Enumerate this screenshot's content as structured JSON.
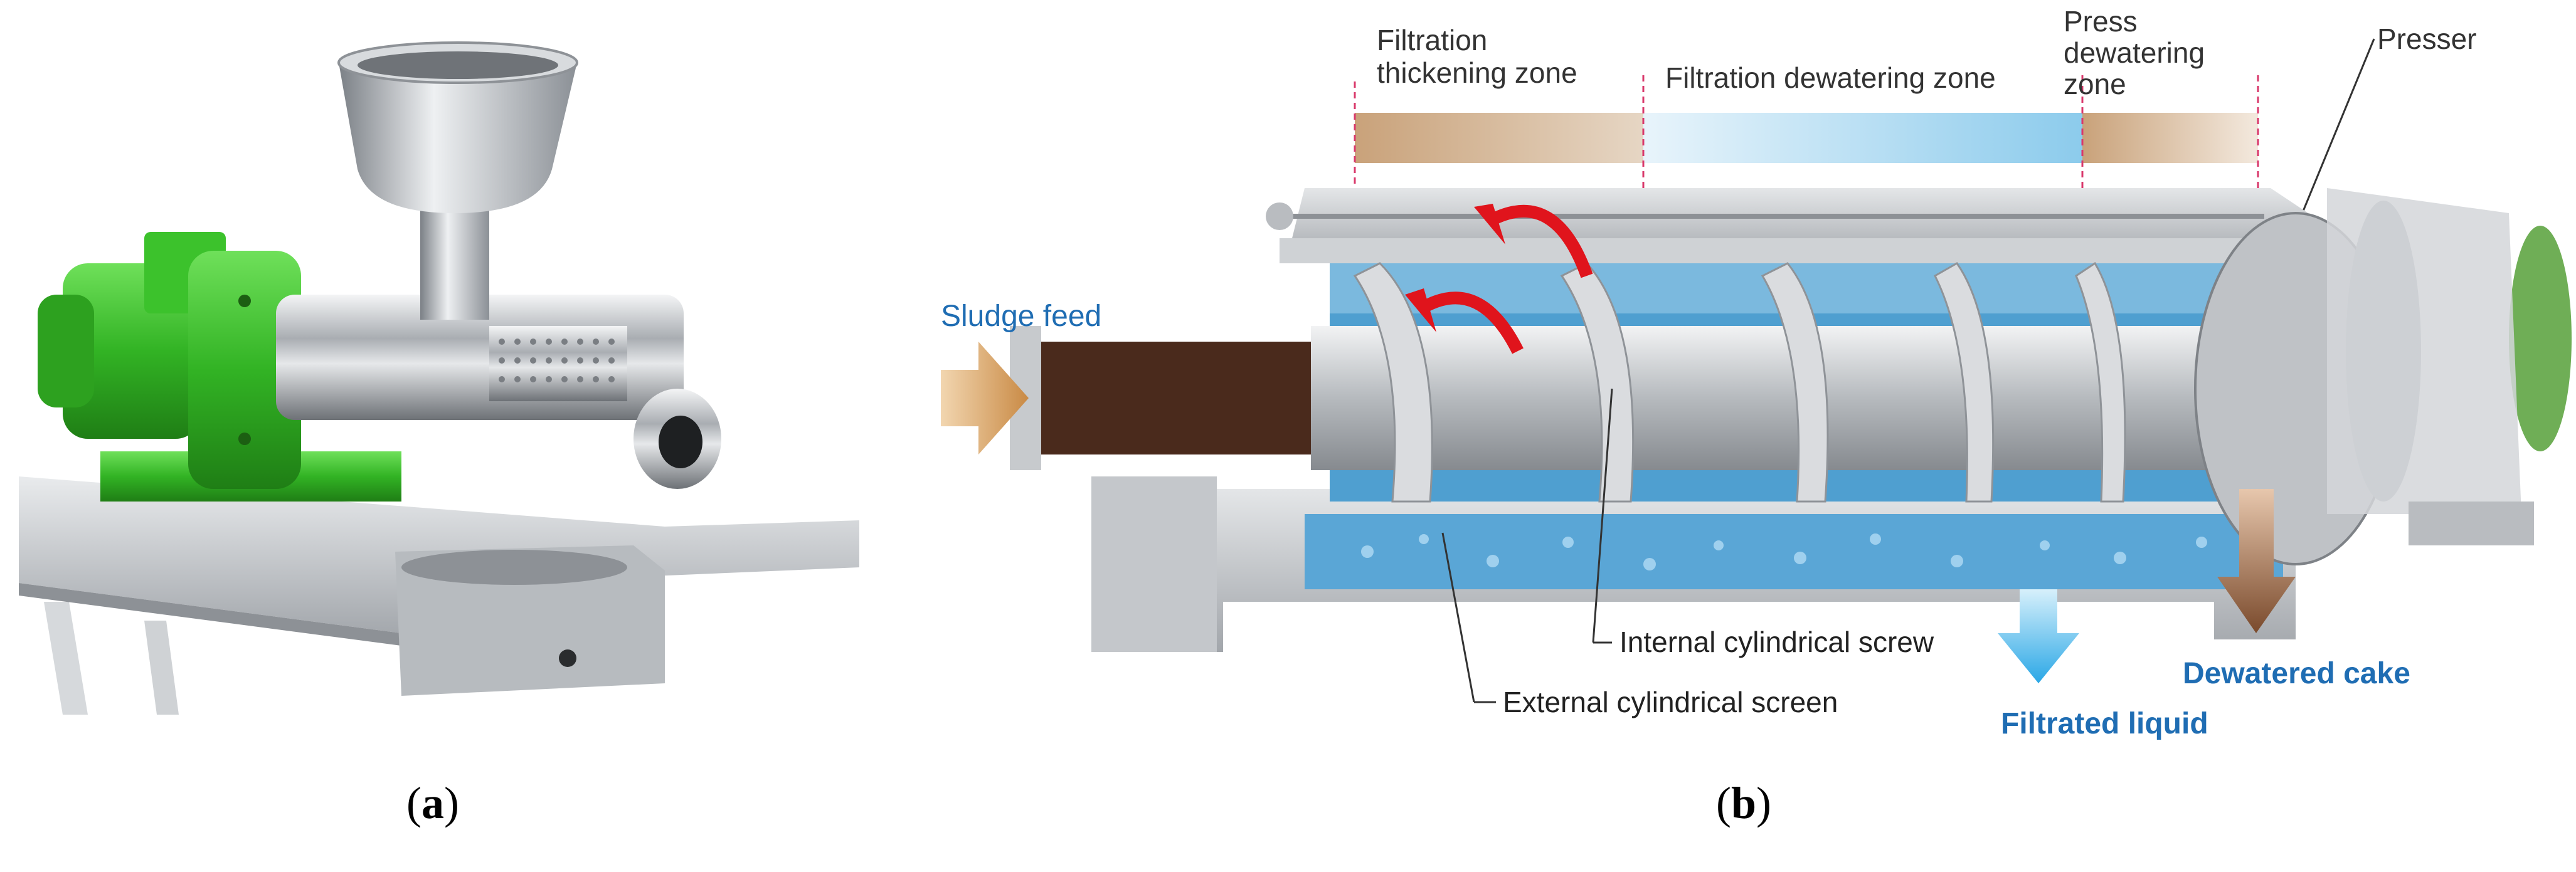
{
  "panel_a": {
    "caption_open": "(",
    "caption_letter": "a",
    "caption_close": ")"
  },
  "panel_b": {
    "caption_open": "(",
    "caption_letter": "b",
    "caption_close": ")",
    "zones": {
      "thickening_line1": "Filtration",
      "thickening_line2": "thickening zone",
      "dewatering": "Filtration dewatering zone",
      "press_line1": "Press",
      "press_line2": "dewatering",
      "press_line3": "zone"
    },
    "labels": {
      "presser": "Presser",
      "sludge_feed": "Sludge feed",
      "internal_screw": "Internal cylindrical screw",
      "external_screen": "External cylindrical screen",
      "filtrated_liquid": "Filtrated liquid",
      "dewatered_cake": "Dewatered cake"
    }
  },
  "colors": {
    "machine_green": "#3fbf2f",
    "stainless": "#c9ccd0",
    "label_blue": "#1f6db3",
    "rotation_red": "#e0141c",
    "sludge_brown": "#4a2a1c",
    "water_blue": "#5aa6d6"
  }
}
